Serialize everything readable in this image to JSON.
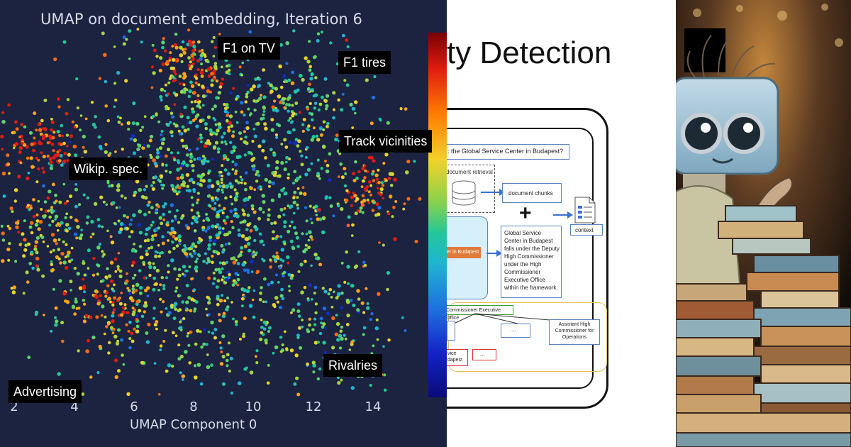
{
  "umap_panel": {
    "title": "UMAP on document embedding, Iteration 6",
    "xlabel": "UMAP Component 0",
    "xticks": [
      "2",
      "4",
      "6",
      "8",
      "10",
      "12",
      "14"
    ],
    "cluster_labels": [
      "F1 on TV",
      "F1 tires",
      "Track vicinities",
      "Wikip. spec.",
      "Rivalries",
      "Advertising"
    ]
  },
  "middle_panel": {
    "heading": "ty Detection",
    "question": ": the Global Service Center in Budapest?",
    "retrieval_label": "document retrieval",
    "chunks_label": "document chunks",
    "context_label": "context",
    "tag_label": "er in Budapest",
    "answer_text": "Global Service Center in Budapest falls under the Deputy High Commissioner under the High Commissioner Executive Office within the framework.",
    "tree_root": "Commissioner Executive Office",
    "tree_node_ellipsis": "...",
    "tree_node_right": "Assistant High Commissioner for Operations",
    "tree_node_red_left": "vice dapest"
  },
  "colors": {
    "plot_bg": "#1b2340",
    "axis_text": "#d7dbe8",
    "label_bg": "#000000",
    "accent_blue": "#3c6ed4"
  }
}
